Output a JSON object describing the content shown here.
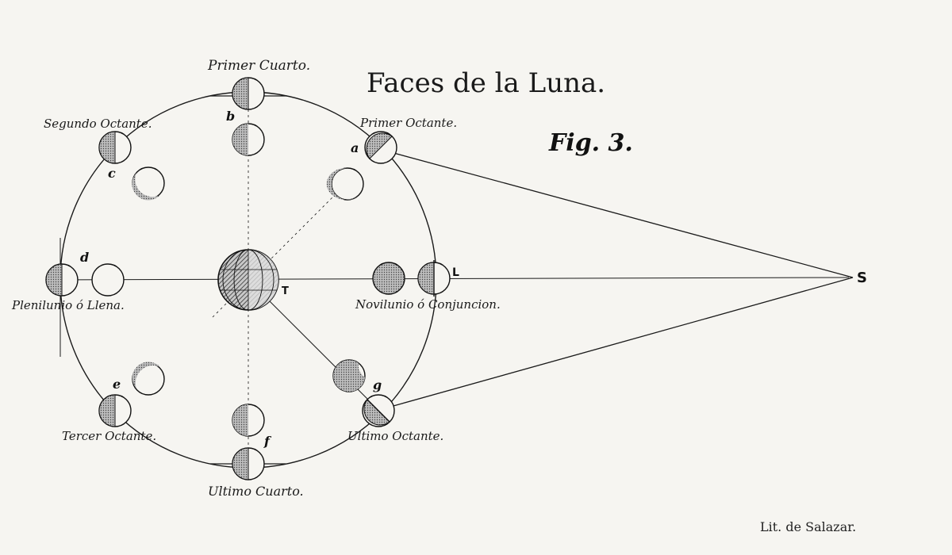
{
  "title": "Faces de la Luna.",
  "figure_label": "Fig. 3.",
  "credit": "Lit. de Salazar.",
  "sun_label": "S",
  "earth_label": "T",
  "moon_marker_label": "L",
  "phases": {
    "primer_cuarto": "Primer Cuarto.",
    "segundo_octante": "Segundo Octante.",
    "primer_octante": "Primer Octante.",
    "plenilunio": "Plenilunio ó Llena.",
    "novilunio": "Novilunio ó Conjuncion.",
    "tercer_octante": "Tercer Octante.",
    "ultimo_octante": "Ultimo Octante.",
    "ultimo_cuarto": "Ultimo Cuarto."
  },
  "position_letters": {
    "a": "a",
    "b": "b",
    "c": "c",
    "d": "d",
    "e": "e",
    "f": "f",
    "g": "g"
  },
  "colors": {
    "ink": "#1a1a1a",
    "shade": "#9a9a9a",
    "paper": "#f6f5f1"
  }
}
